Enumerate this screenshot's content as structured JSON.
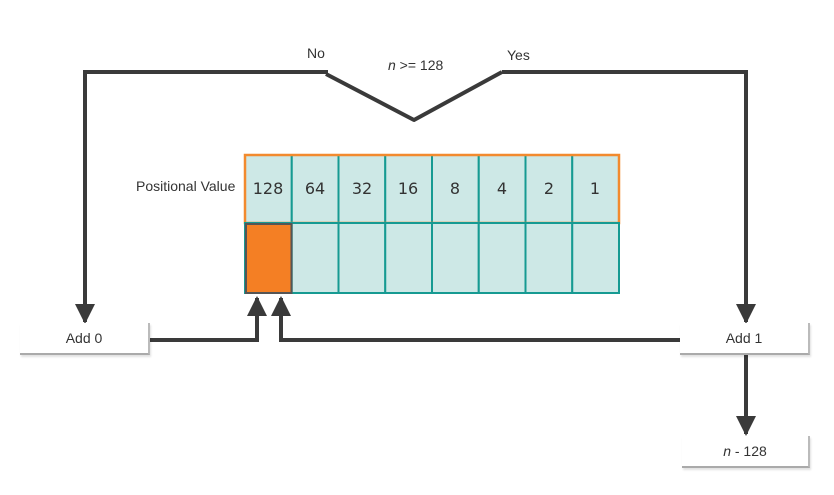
{
  "colors": {
    "line": "#3a3a3a",
    "cell_fill": "#cde8e6",
    "cell_border": "#169a92",
    "highlight_border": "#f28a2e",
    "highlight_fill": "#f47f24",
    "box_shadow": "#aaaaaa"
  },
  "condition": {
    "variable": "n",
    "operator": " >= 128",
    "no_label": "No",
    "yes_label": "Yes"
  },
  "table": {
    "row_label": "Positional Value",
    "positional_values": [
      "128",
      "64",
      "32",
      "16",
      "8",
      "4",
      "2",
      "1"
    ]
  },
  "actions": {
    "add_zero": "Add 0",
    "add_one": "Add 1",
    "remainder_variable": "n",
    "remainder_operator": " - 128"
  }
}
